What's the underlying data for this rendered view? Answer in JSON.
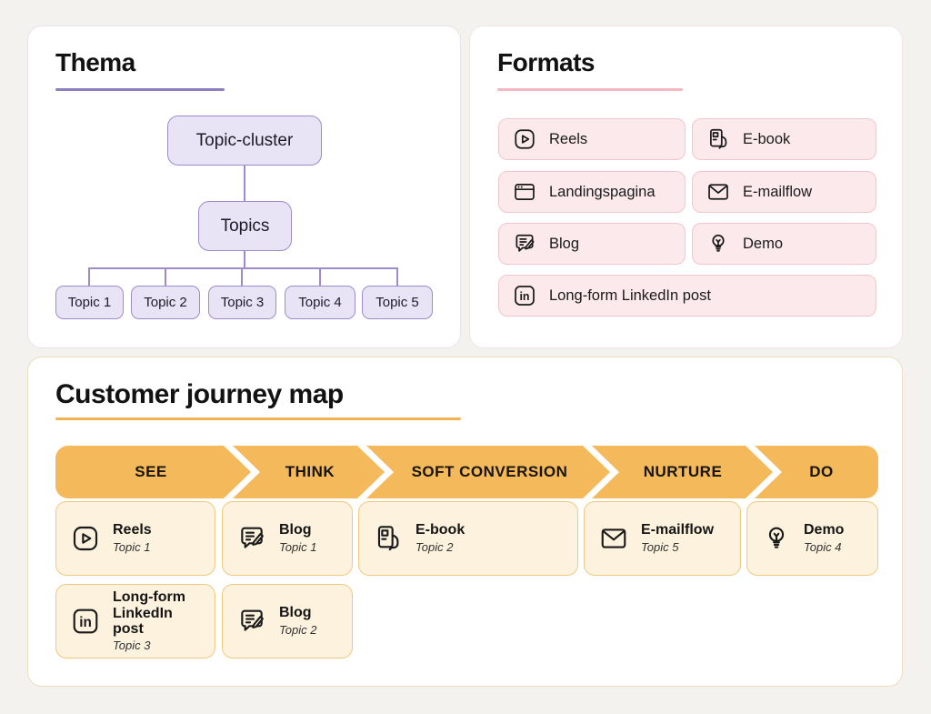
{
  "page": {
    "background": "#f4f2ee"
  },
  "thema": {
    "title": "Thema",
    "accent_color": "#8f7fc0",
    "box_fill": "#e9e4f5",
    "box_border": "#9d8cc9",
    "tree": {
      "root": "Topic-cluster",
      "middle": "Topics",
      "children": [
        "Topic 1",
        "Topic 2",
        "Topic 3",
        "Topic 4",
        "Topic 5"
      ]
    }
  },
  "formats": {
    "title": "Formats",
    "accent_color": "#f3b9c3",
    "chip_fill": "#fbe9ec",
    "chip_border": "#f2c6ce",
    "items": [
      {
        "label": "Reels",
        "icon": "reels-icon"
      },
      {
        "label": "E-book",
        "icon": "ebook-icon"
      },
      {
        "label": "Landingspagina",
        "icon": "landingpage-icon"
      },
      {
        "label": "E-mailflow",
        "icon": "emailflow-icon"
      },
      {
        "label": "Blog",
        "icon": "blog-icon"
      },
      {
        "label": "Demo",
        "icon": "demo-icon"
      },
      {
        "label": "Long-form LinkedIn post",
        "icon": "linkedin-icon"
      }
    ]
  },
  "journey": {
    "title": "Customer journey map",
    "accent_color": "#f2b254",
    "banner_fill": "#f3b95a",
    "card_fill": "#fcf2de",
    "card_border": "#efc97f",
    "stages": [
      {
        "label": "SEE"
      },
      {
        "label": "THINK"
      },
      {
        "label": "SOFT CONVERSION"
      },
      {
        "label": "NURTURE"
      },
      {
        "label": "DO"
      }
    ],
    "cards": [
      {
        "stage": "SEE",
        "title": "Reels",
        "topic": "Topic 1",
        "icon": "reels-icon"
      },
      {
        "stage": "THINK",
        "title": "Blog",
        "topic": "Topic 1",
        "icon": "blog-icon"
      },
      {
        "stage": "SOFT CONVERSION",
        "title": "E-book",
        "topic": "Topic 2",
        "icon": "ebook-icon"
      },
      {
        "stage": "NURTURE",
        "title": "E-mailflow",
        "topic": "Topic 5",
        "icon": "emailflow-icon"
      },
      {
        "stage": "DO",
        "title": "Demo",
        "topic": "Topic 4",
        "icon": "demo-icon"
      },
      {
        "stage": "SEE",
        "title": "Long-form LinkedIn post",
        "topic": "Topic 3",
        "icon": "linkedin-icon"
      },
      {
        "stage": "THINK",
        "title": "Blog",
        "topic": "Topic 2",
        "icon": "blog-icon"
      }
    ]
  }
}
